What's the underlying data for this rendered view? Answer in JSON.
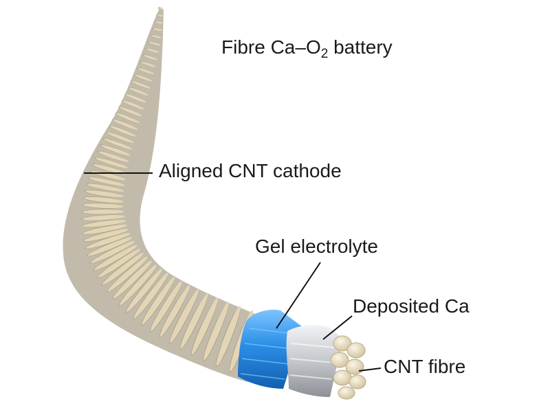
{
  "title": {
    "prefix": "Fibre Ca–O",
    "subscript": "2",
    "suffix": " battery"
  },
  "labels": {
    "cathode": "Aligned CNT cathode",
    "electrolyte": "Gel electrolyte",
    "deposited_ca": "Deposited Ca",
    "cnt_fibre": "CNT fibre"
  },
  "colors": {
    "cathode": "#e2d6b7",
    "cathode_shadow": "#a89c7c",
    "electrolyte": "#2b8ee6",
    "deposited_ca": "#c9ccd1",
    "cnt_fibre": "#ede2c4",
    "leader_line": "#111111"
  }
}
